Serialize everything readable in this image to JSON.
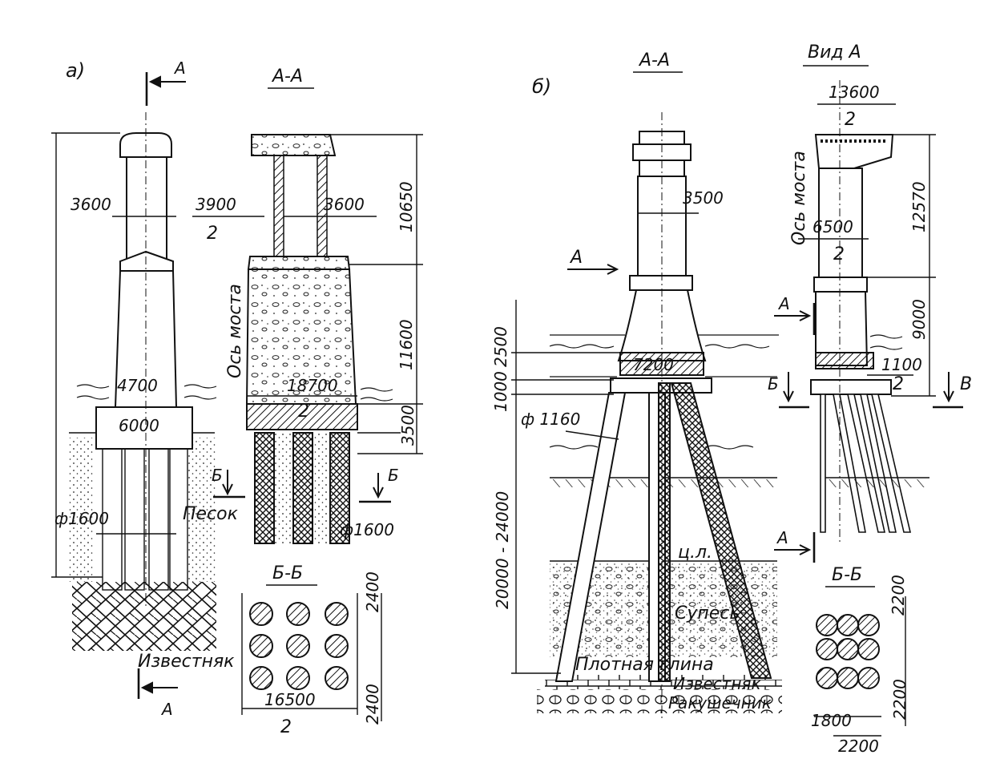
{
  "panel_a": {
    "letter": "а)",
    "section_mark": "А",
    "section_title": "А-А",
    "dims": {
      "col_width": "3600",
      "cap_width": "3900",
      "cap_width_div": "2",
      "col_width_section": "3600",
      "height_top": "10650",
      "height_mid": "11600",
      "height_bottom": "3500",
      "base_width": "4700",
      "grillage_width": "6000",
      "pile_diam_left": "ф1600",
      "pile_diam_right": "ф1600",
      "found_width": "18700",
      "found_width_div": "2"
    },
    "labels": {
      "bridge_axis": "Ось моста",
      "sand": "Песок",
      "limestone": "Известняк",
      "cut_b": "Б",
      "cut_bb": "Б-Б"
    },
    "plan": {
      "spacing1": "2400",
      "spacing2": "2400",
      "width": "16500",
      "width_div": "2"
    }
  },
  "panel_b": {
    "letter": "б)",
    "section_title": "А-А",
    "view_title": "Вид А",
    "dims": {
      "col_width": "3500",
      "cap_width": "7200",
      "pile_diam": "ф 1160",
      "h_2500": "2500",
      "h_1000": "1000",
      "h_piles": "20000 - 24000",
      "view_top_width": "13600",
      "view_top_div": "2",
      "view_height_top": "12570",
      "view_col_width": "6500",
      "view_col_div": "2",
      "view_height_mid": "9000",
      "view_base": "1100",
      "view_base_div": "2"
    },
    "labels": {
      "arrow_a": "А",
      "bridge_axis": "Ось моста",
      "silt": "ц.л.",
      "sandy_loam": "Супесь",
      "dense_clay": "Плотная глина",
      "limestone": "Известняк",
      "shell_rock": "Ракушечник",
      "cut_b": "Б",
      "cut_b2": "В",
      "cut_bb": "Б-Б",
      "view_arrow_a1": "А",
      "view_arrow_a2": "А"
    },
    "plan": {
      "spacing1": "2200",
      "spacing2": "2200",
      "width_left": "1800",
      "width": "2200"
    }
  }
}
